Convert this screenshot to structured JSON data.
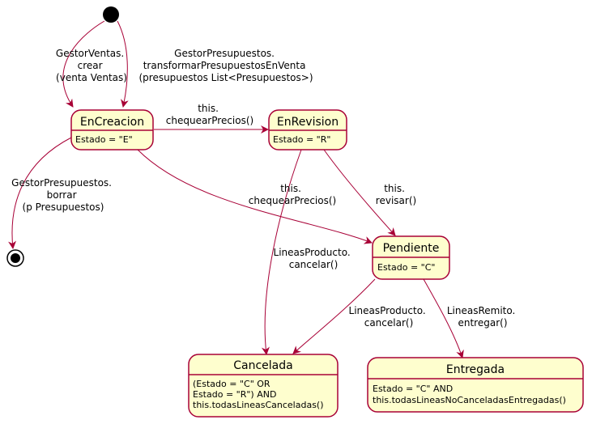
{
  "diagram": {
    "colors": {
      "state_fill": "#FEFECE",
      "state_border": "#A80036",
      "arrow": "#A80036",
      "text": "#000000"
    },
    "states": {
      "encreacion": {
        "name": "EnCreacion",
        "body": [
          "Estado = \"E\""
        ]
      },
      "enrevision": {
        "name": "EnRevision",
        "body": [
          "Estado = \"R\""
        ]
      },
      "pendiente": {
        "name": "Pendiente",
        "body": [
          "Estado = \"C\""
        ]
      },
      "cancelada": {
        "name": "Cancelada",
        "body": [
          "(Estado = \"C\" OR",
          " Estado = \"R\") AND",
          "this.todasLineasCanceladas()"
        ]
      },
      "entregada": {
        "name": "Entregada",
        "body": [
          "Estado = \"C\" AND",
          "this.todasLineasNoCanceladasEntregadas()"
        ]
      }
    },
    "transitions": {
      "start_to_encreacion_a": [
        "GestorVentas.",
        "crear",
        "(venta Ventas)"
      ],
      "start_to_encreacion_b": [
        "GestorPresupuestos.",
        "transformarPresupuestosEnVenta",
        "(presupuestos List<Presupuestos>)"
      ],
      "encreacion_to_enrevision": [
        "this.",
        "chequearPrecios()"
      ],
      "encreacion_to_end": [
        "GestorPresupuestos.",
        "borrar",
        "(p Presupuestos)"
      ],
      "encreacion_to_pendiente": [
        "this.",
        "chequearPrecios()"
      ],
      "enrevision_to_pendiente": [
        "this.",
        "revisar()"
      ],
      "enrevision_to_cancelada": [
        "LineasProducto.",
        "cancelar()"
      ],
      "pendiente_to_cancelada": [
        "LineasProducto.",
        "cancelar()"
      ],
      "pendiente_to_entregada": [
        "LineasRemito.",
        "entregar()"
      ]
    }
  }
}
